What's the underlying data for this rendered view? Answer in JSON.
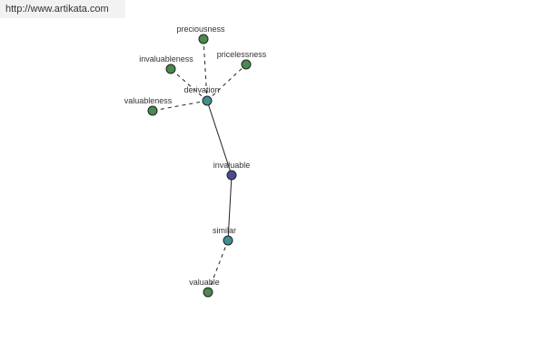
{
  "watermark": "http://www.artikata.com",
  "colors": {
    "root": "#4b4b8f",
    "relation": "#3f8f8f",
    "term": "#4a8a4a"
  },
  "nodes": [
    {
      "id": "invaluable",
      "label": "invaluable",
      "kind": "root"
    },
    {
      "id": "derivation",
      "label": "derivation",
      "kind": "relation"
    },
    {
      "id": "similar",
      "label": "similar",
      "kind": "relation"
    },
    {
      "id": "preciousness",
      "label": "preciousness",
      "kind": "term"
    },
    {
      "id": "invaluableness",
      "label": "invaluableness",
      "kind": "term"
    },
    {
      "id": "pricelessness",
      "label": "pricelessness",
      "kind": "term"
    },
    {
      "id": "valuableness",
      "label": "valuableness",
      "kind": "term"
    },
    {
      "id": "valuable",
      "label": "valuable",
      "kind": "term"
    }
  ],
  "edges": [
    {
      "from": "invaluable",
      "to": "derivation",
      "style": "solid"
    },
    {
      "from": "invaluable",
      "to": "similar",
      "style": "solid"
    },
    {
      "from": "derivation",
      "to": "preciousness",
      "style": "dashed"
    },
    {
      "from": "derivation",
      "to": "invaluableness",
      "style": "dashed"
    },
    {
      "from": "derivation",
      "to": "pricelessness",
      "style": "dashed"
    },
    {
      "from": "derivation",
      "to": "valuableness",
      "style": "dashed"
    },
    {
      "from": "similar",
      "to": "valuable",
      "style": "dashed"
    }
  ]
}
